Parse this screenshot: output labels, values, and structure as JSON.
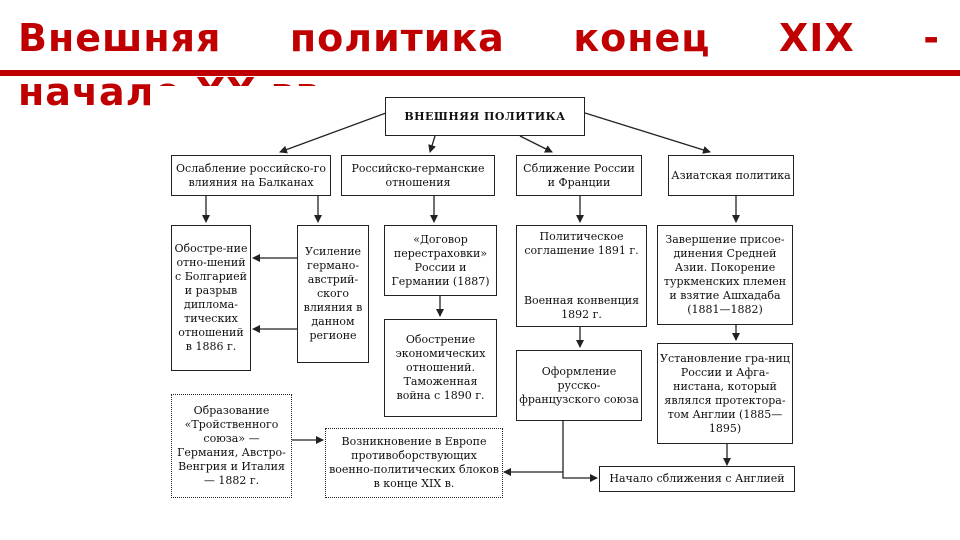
{
  "title": {
    "line1": "Внешняя политика конец XIX -",
    "line2": "начало XX вв"
  },
  "diagram": {
    "head": "ВНЕШНЯЯ ПОЛИТИКА",
    "balkans": "Ослабление российско-го влияния на Балканах",
    "balkans_a": "Обостре-ние отно-шений с Болгарией и разрыв диплома-тических отношений в 1886 г.",
    "balkans_b": "Усиление германо-австрий-ского влияния в данном регионе",
    "german": "Российско-германские отношения",
    "german_a": "«Договор перестраховки» России и Германии (1887)",
    "german_b": "Обострение экономических отношений. Таможенная война с 1890 г.",
    "france": "Сближение России и Франции",
    "france_a1": "Политическое соглашение 1891 г.",
    "france_a2": "Военная конвенция 1892 г.",
    "france_b": "Оформление русско-французского союза",
    "asia": "Азиатская политика",
    "asia_a": "Завершение присое-динения Средней Азии. Покорение туркменских племен и взятие Ашхадаба (1881—1882)",
    "asia_b": "Установление гра-ниц России и Афга-нистана, который являлся протектора-том Англии (1885—1895)",
    "triple": "Образование «Тройственного союза» — Германия, Австро-Венгрия и Италия — 1882 г.",
    "blocs": "Возникновение в Европе противоборствующих военно-политических блоков в конце XIX в.",
    "england": "Начало сближения с Англией"
  }
}
